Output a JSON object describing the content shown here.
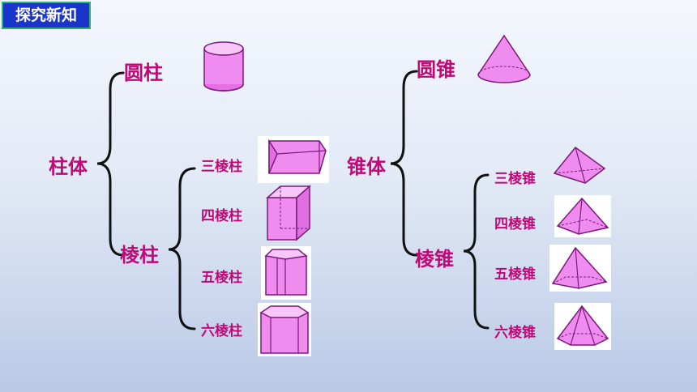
{
  "header": {
    "title": "探究新知"
  },
  "colors": {
    "accent": "#c00877",
    "shape_fill": "#f08cf0",
    "shape_stroke": "#7a1a7a",
    "badge": "#1a35c9"
  },
  "column_solid": {
    "root": "柱体",
    "cylinder": "圆柱",
    "prism": "棱柱",
    "prisms": [
      "三棱柱",
      "四棱柱",
      "五棱柱",
      "六棱柱"
    ]
  },
  "column_cone": {
    "root": "锥体",
    "cone": "圆锥",
    "pyramid": "棱锥",
    "pyramids": [
      "三棱锥",
      "四棱锥",
      "五棱锥",
      "六棱锥"
    ]
  }
}
